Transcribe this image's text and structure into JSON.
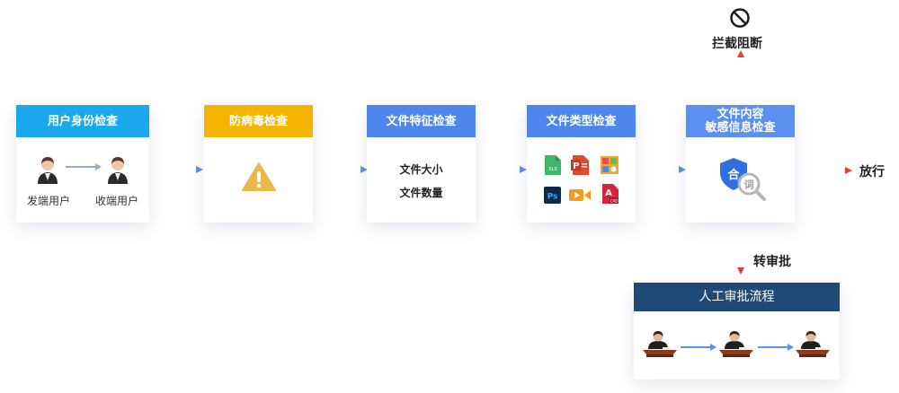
{
  "steps": {
    "identity": {
      "title": "用户身份检查",
      "sender": "发端用户",
      "receiver": "收端用户"
    },
    "antivirus": {
      "title": "防病毒检查"
    },
    "feature": {
      "title": "文件特征检查",
      "items": [
        "文件大小",
        "文件数量"
      ]
    },
    "type": {
      "title": "文件类型检查",
      "icon_badges": [
        "XLS",
        "CAD"
      ]
    },
    "content": {
      "title_line1": "文件内容",
      "title_line2": "敏感信息检查",
      "shield_glyph": "合",
      "magnifier_glyph": "词"
    }
  },
  "outcomes": {
    "block": "拦截阻断",
    "pass": "放行",
    "review": "转审批"
  },
  "manual": {
    "title": "人工审批流程"
  },
  "colors": {
    "identity_header": "#1aa7ec",
    "antivirus_header": "#f5b400",
    "feature_header": "#4f86ec",
    "type_header": "#4f86ec",
    "content_header": "#5b8ff0",
    "manual_header": "#1f4a77",
    "arrow_blue": "#5b8ff0",
    "arrow_red": "#e83a3a"
  },
  "icons": [
    "user-icon",
    "warning-icon",
    "excel-icon",
    "powerpoint-icon",
    "image-icon",
    "photoshop-icon",
    "video-icon",
    "autocad-icon",
    "shield-icon",
    "magnifier-icon",
    "no-entry-icon",
    "approver-icon"
  ]
}
